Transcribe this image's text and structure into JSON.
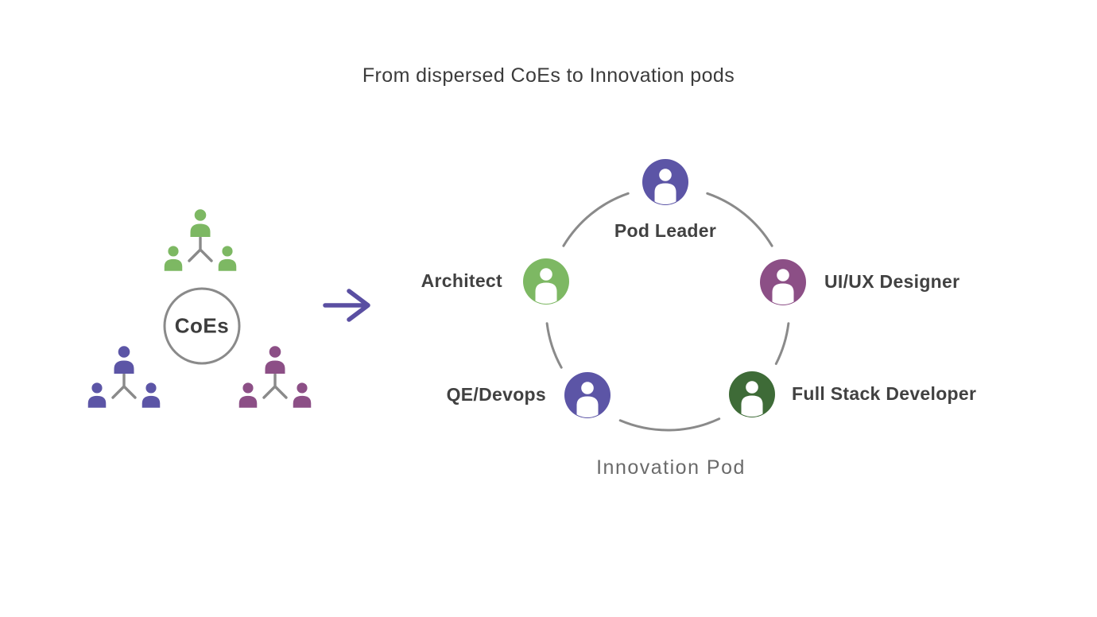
{
  "title": "From dispersed CoEs to Innovation pods",
  "colors": {
    "line_gray": "#8a8a8a",
    "label_dark": "#414141",
    "caption_gray": "#6a6a6a",
    "background": "#ffffff"
  },
  "left_cluster": {
    "hub_label": "CoEs",
    "teams": [
      {
        "id": "team-top",
        "color": "#7db863"
      },
      {
        "id": "team-bottom-left",
        "color": "#5c55a6"
      },
      {
        "id": "team-bottom-right",
        "color": "#8c4f86"
      }
    ]
  },
  "arrow": {
    "color": "#5a4fa2"
  },
  "pod": {
    "caption": "Innovation Pod",
    "roles": [
      {
        "label": "Pod Leader",
        "color": "#5c55a6",
        "position": "top"
      },
      {
        "label": "UI/UX Designer",
        "color": "#8c4f86",
        "position": "upper-right"
      },
      {
        "label": "Full Stack Developer",
        "color": "#3e6b37",
        "position": "lower-right"
      },
      {
        "label": "QE/Devops",
        "color": "#5c55a6",
        "position": "lower-left"
      },
      {
        "label": "Architect",
        "color": "#7db863",
        "position": "upper-left"
      }
    ]
  }
}
